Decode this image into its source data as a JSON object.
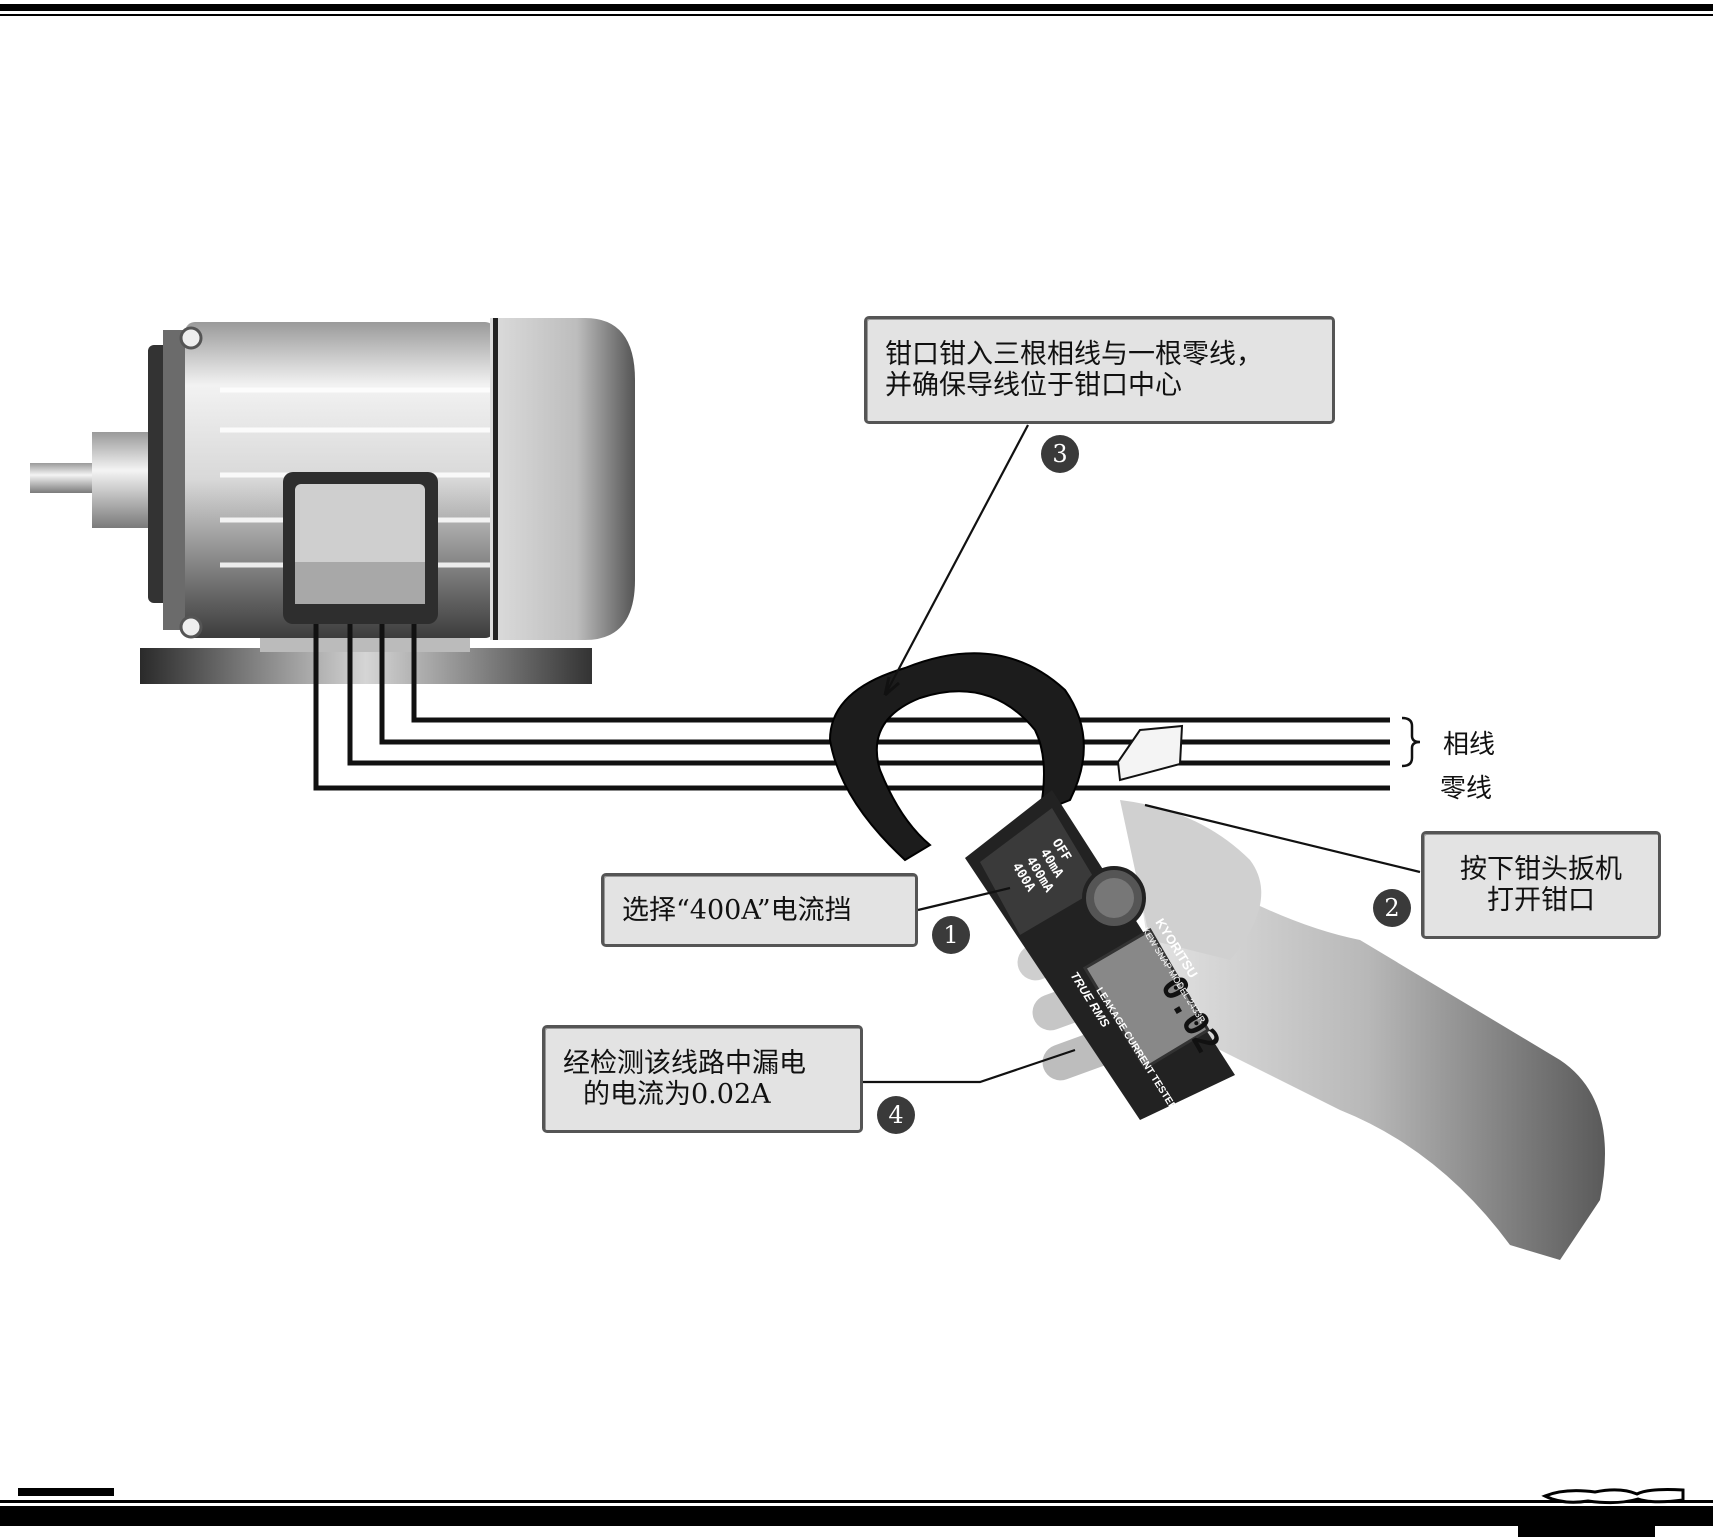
{
  "callouts": {
    "c1": {
      "number": "1",
      "text": "选择“400A”电流挡"
    },
    "c2": {
      "number": "2",
      "lines": [
        "按下钳头扳机",
        "打开钳口"
      ]
    },
    "c3": {
      "number": "3",
      "lines": [
        "钳口钳入三根相线与一根零线，",
        "并确保导线位于钳口中心"
      ]
    },
    "c4": {
      "number": "4",
      "lines": [
        "经检测该线路中漏电",
        "的电流为0.02A"
      ]
    }
  },
  "wire_labels": {
    "phase": "相线",
    "neutral": "零线"
  },
  "meter": {
    "brand": "KYORITSU",
    "model": "KEW SNAP MODEL 2433R",
    "bottom_label": "LEAKAGE CURRENT TESTER",
    "rms_label": "TRUE RMS",
    "range_off": "OFF",
    "range_1": "40mA",
    "range_2": "400mA",
    "range_3": "400A",
    "display_value": "0.02"
  },
  "colors": {
    "callout_bg": "#e3e3e3",
    "callout_border": "#555555",
    "badge": "#3a3a3a"
  }
}
